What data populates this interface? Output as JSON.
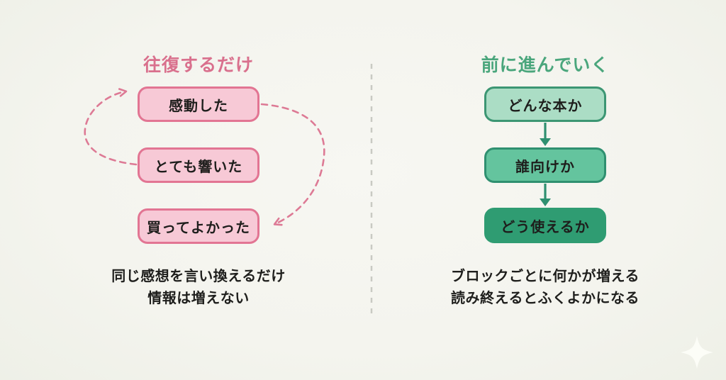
{
  "canvas": {
    "background": "#f4f4ee",
    "text_color": "#1e1e1c"
  },
  "divider": {
    "color": "#c9cac3",
    "style": "dashed-vertical"
  },
  "left": {
    "title": "往復するだけ",
    "title_color": "#d9708d",
    "box_fill": "#f7c9d6",
    "box_border": "#e27593",
    "curve_color": "#dd7a95",
    "boxes": [
      {
        "label": "感動した"
      },
      {
        "label": "とても響いた"
      },
      {
        "label": "買ってよかった"
      }
    ],
    "caption": {
      "line1": "同じ感想を言い換えるだけ",
      "line2": "情報は増えない"
    }
  },
  "right": {
    "title": "前に進んでいく",
    "title_color": "#4aa67c",
    "arrow_color": "#2f9070",
    "boxes": [
      {
        "label": "どんな本か",
        "fill": "#abddc5",
        "border": "#3c9673"
      },
      {
        "label": "誰向けか",
        "fill": "#64c49e",
        "border": "#2f9070"
      },
      {
        "label": "どう使えるか",
        "fill": "#2f9c72",
        "border": "#2f9c72"
      }
    ],
    "caption": {
      "line1": "ブロックごとに何かが増える",
      "line2": "読み終えるとふくよかになる"
    }
  },
  "icons": {
    "sparkle": "four-point-star",
    "sparkle_color": "#fcfdf7"
  }
}
